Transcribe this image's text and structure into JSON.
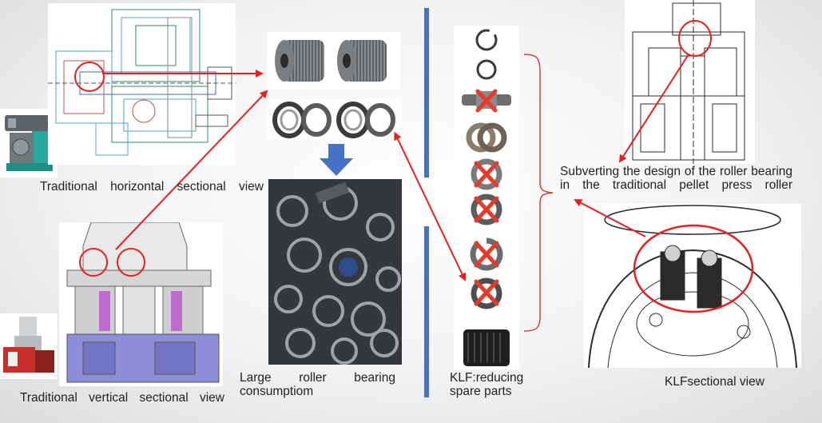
{
  "captions": {
    "horizontal_view": "Traditional horizontal sectional view",
    "vertical_view": "Traditional vertical sectional view",
    "bearing_consumption": "Large roller bearing consumptiom",
    "klf_spare_parts": "KLF:reducing spare parts",
    "subverting_design": "Subverting the design of the roller bearing in the traditional pellet press roller",
    "klf_sectional": "KLFsectional view"
  },
  "colors": {
    "arrow_red": "#e8201e",
    "accent_blue": "#4472c4",
    "brace_red": "#d9413a",
    "cross_red": "#e53a2d"
  }
}
